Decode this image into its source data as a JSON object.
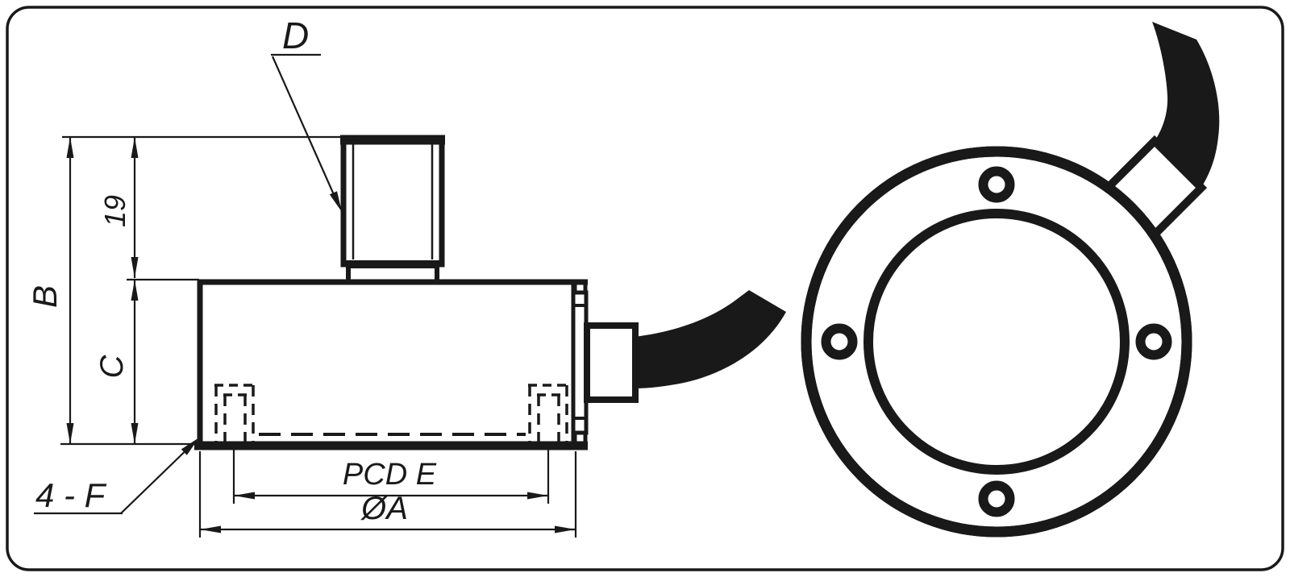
{
  "drawing": {
    "background": "#ffffff",
    "line_color": "#191919",
    "side_view": {
      "connector_label": "D",
      "overall_height_label": "B",
      "connector_height_label": "19",
      "body_height_label": "C",
      "mounting_holes_label": "4 - F",
      "pitch_circle_label": "PCD E",
      "outer_diameter_label": "ØA"
    },
    "front_view": {
      "bolt_hole_count": 4
    }
  }
}
